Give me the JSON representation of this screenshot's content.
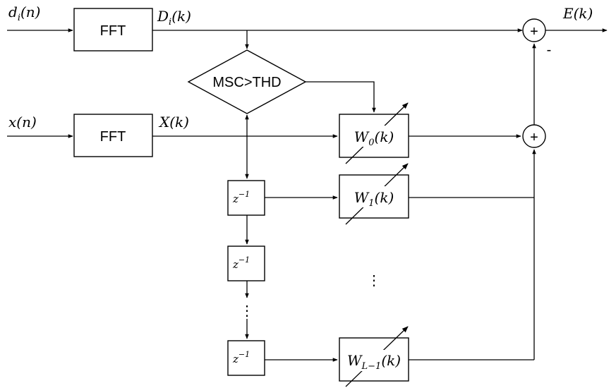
{
  "signals": {
    "d_in": {
      "base": "d",
      "sub": "i",
      "arg": "(n)"
    },
    "D_out": {
      "base": "D",
      "sub": "i",
      "arg": "(k)"
    },
    "x_in": {
      "base": "x",
      "arg": "(n)"
    },
    "X_out": {
      "base": "X",
      "arg": "(k)"
    },
    "E_out": {
      "base": "E",
      "arg": "(k)"
    }
  },
  "blocks": {
    "fft_top": "FFT",
    "fft_bottom": "FFT",
    "decision": "MSC>THD",
    "delays": [
      {
        "base": "z",
        "sup": "−1"
      },
      {
        "base": "z",
        "sup": "−1"
      },
      {
        "base": "z",
        "sup": "−1"
      }
    ],
    "filters": [
      {
        "base": "W",
        "sub": "0",
        "arg": "(k)"
      },
      {
        "base": "W",
        "sub": "1",
        "arg": "(k)"
      },
      {
        "base": "W",
        "sub": "L−1",
        "arg": "(k)"
      }
    ]
  },
  "summers": {
    "top": {
      "symbol": "+",
      "minus_sign": "-"
    },
    "bottom": {
      "symbol": "+"
    }
  },
  "ellipsis": {
    "vertical_filters": "⋮",
    "vertical_delays": "⋮"
  }
}
